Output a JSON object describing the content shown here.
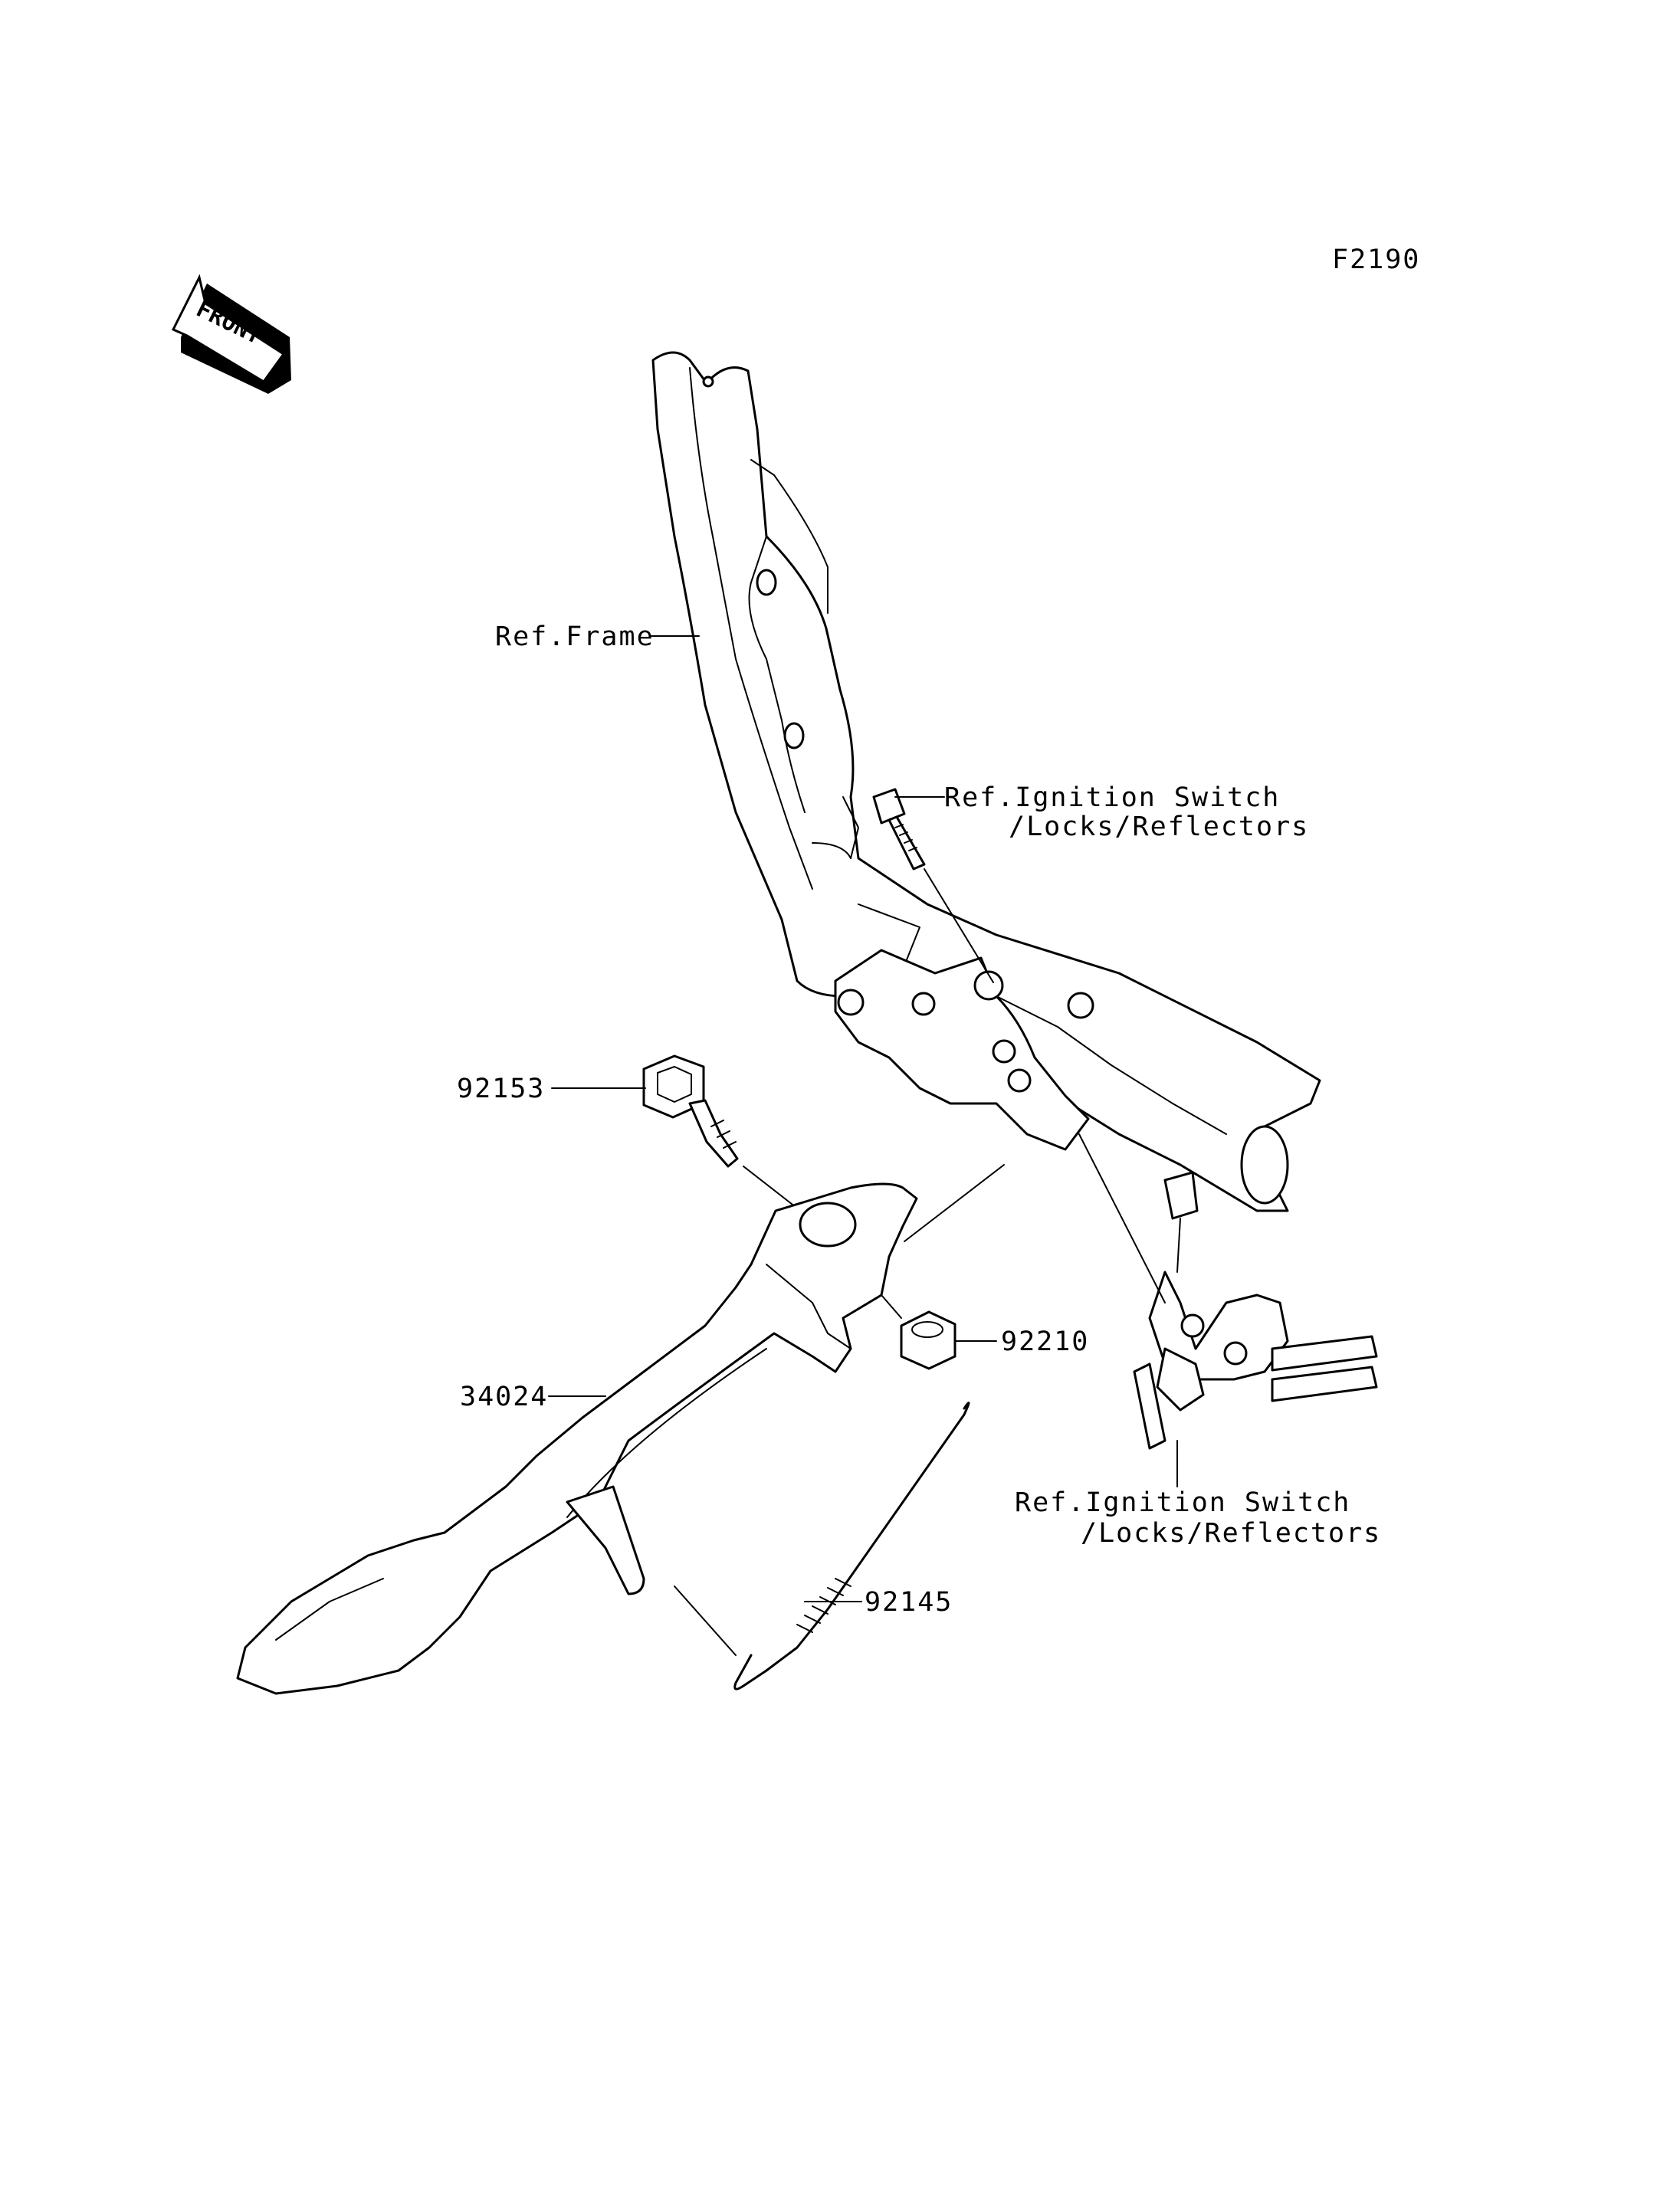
{
  "figure_code": "F2190",
  "front_badge": {
    "text": "FRONT",
    "icon": "front-direction-arrow-icon"
  },
  "labels": {
    "ref_frame": "Ref.Frame",
    "ref_ignition_top_line1": "Ref.Ignition Switch",
    "ref_ignition_top_line2": "/Locks/Reflectors",
    "part_92153": "92153",
    "part_92210": "92210",
    "part_34024": "34024",
    "part_92145": "92145",
    "ref_ignition_bottom_line1": "Ref.Ignition Switch",
    "ref_ignition_bottom_line2": "/Locks/Reflectors"
  }
}
